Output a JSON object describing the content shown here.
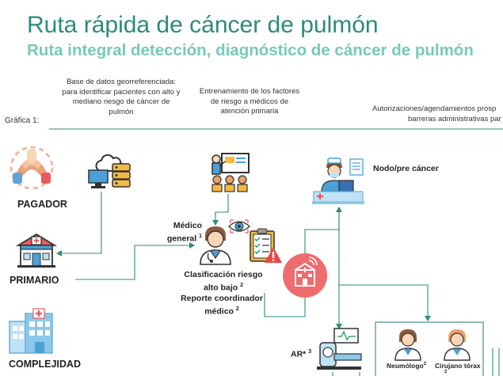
{
  "header": {
    "title": "Ruta rápida de cáncer de pulmón",
    "subtitle": "Ruta integral detección, diagnóstico de cáncer de pulmón"
  },
  "figure_label": "Gráfica  1:",
  "notes": {
    "database": "Base de datos georreferenciada: para identificar pacientes con alto y mediano riesgo de cáncer de pulmón",
    "training": "Entrenamiento de los factores de riesgo a médicos de atención primaria",
    "authorizations_l1": "Autorizaciones/agendamientos prosp",
    "authorizations_l2": "barreras administrativas par"
  },
  "actors": {
    "payer": "PAGADOR",
    "primary": "PRIMARIO",
    "complexity": "COMPLEJIDAD",
    "node": "Nodo/pre cáncer"
  },
  "medico": {
    "line1": "Médico",
    "line2": "general",
    "sup": "1"
  },
  "classification": {
    "line1": "Clasificación riesgo",
    "line2": "alto bajo",
    "sup": "2"
  },
  "report": {
    "line1": "Reporte coordinador",
    "line2": "médico",
    "sup": "2"
  },
  "ar": {
    "label": "AR*",
    "sup": "3"
  },
  "specialists": {
    "pneumologist": "Neumólogo",
    "pneumologist_sup": "2",
    "surgeon": "Cirujano tórax",
    "surgeon_sup": "2"
  },
  "colors": {
    "title": "#2e8b79",
    "subtitle": "#78c9b6",
    "connector": "#2e8b79",
    "hospital_circle": "#ee6b6e"
  },
  "icons": [
    "hands-together-icon",
    "database-server-icon",
    "training-presentation-icon",
    "clinic-building-icon",
    "hospital-building-icon",
    "doctor-icon",
    "eye-scan-icon",
    "clipboard-checklist-icon",
    "warning-icon",
    "nurse-desk-icon",
    "hospital-circle-icon",
    "ct-scanner-icon",
    "pneumologist-icon",
    "surgeon-icon"
  ]
}
